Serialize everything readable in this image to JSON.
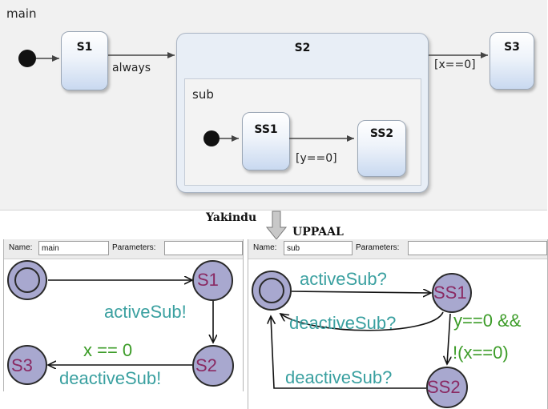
{
  "yakindu": {
    "main_region": "main",
    "states": {
      "s1": "S1",
      "s2": "S2",
      "s3": "S3",
      "ss1": "SS1",
      "ss2": "SS2"
    },
    "sub_region": "sub",
    "transitions": {
      "s1_s2": "always",
      "s2_s3": "[x==0]",
      "ss1_ss2": "[y==0]"
    }
  },
  "middle": {
    "from_label": "Yakindu",
    "to_label": "UPPAAL"
  },
  "uppaal_main": {
    "name_label": "Name:",
    "name_value": "main",
    "params_label": "Parameters:",
    "params_value": "",
    "locations": {
      "s1": "S1",
      "s2": "S2",
      "s3": "S3"
    },
    "edges": {
      "s1_s2_sync": "activeSub!",
      "s2_s3_guard": "x == 0",
      "s2_s3_sync": "deactiveSub!"
    }
  },
  "uppaal_sub": {
    "name_label": "Name:",
    "name_value": "sub",
    "params_label": "Parameters:",
    "params_value": "",
    "locations": {
      "ss1": "SS1",
      "ss2": "SS2"
    },
    "edges": {
      "init_ss1_sync": "activeSub?",
      "ss1_init_sync": "deactiveSub?",
      "ss1_ss2_guard_1": "y==0 &&",
      "ss1_ss2_guard_2": "!(x==0)",
      "ss2_init_sync": "deactiveSub?"
    }
  },
  "colors": {
    "location_fill": "#a8a8cf",
    "location_name": "#8a2a63",
    "sync_label": "#3aa0a0",
    "guard_label": "#3c9c28"
  }
}
